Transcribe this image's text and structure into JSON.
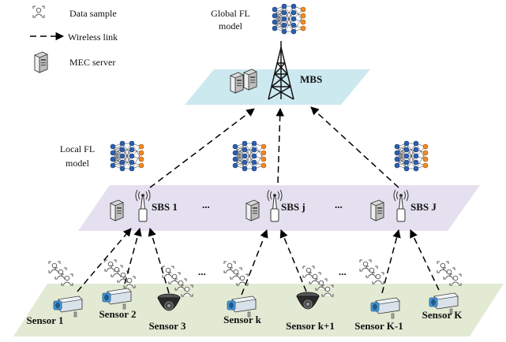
{
  "legend": {
    "data_sample": "Data sample",
    "wireless_link": "Wireless link",
    "mec_server": "MEC server"
  },
  "global_model": {
    "line1": "Global FL",
    "line2": "model"
  },
  "local_model": {
    "line1": "Local FL",
    "line2": "model"
  },
  "mbs": {
    "label": "MBS"
  },
  "sbs": [
    {
      "label": "SBS 1"
    },
    {
      "label": "SBS j"
    },
    {
      "label": "SBS J"
    }
  ],
  "ellipsis": "...",
  "sensors": [
    {
      "label": "Sensor 1",
      "type": "box-camera"
    },
    {
      "label": "Sensor 2",
      "type": "box-camera"
    },
    {
      "label": "Sensor 3",
      "type": "dome-camera"
    },
    {
      "label": "Sensor k",
      "type": "box-camera"
    },
    {
      "label": "Sensor k+1",
      "type": "dome-camera"
    },
    {
      "label": "Sensor K-1",
      "type": "box-camera"
    },
    {
      "label": "Sensor K",
      "type": "box-camera"
    }
  ],
  "colors": {
    "mbs_plane": "#cde9f0",
    "sbs_plane": "#e4e0ef",
    "sensor_plane": "#e3ead4",
    "nn_blue": "#2c5fb0",
    "nn_orange": "#f08a24",
    "camera_blue": "#4a9ad8"
  }
}
